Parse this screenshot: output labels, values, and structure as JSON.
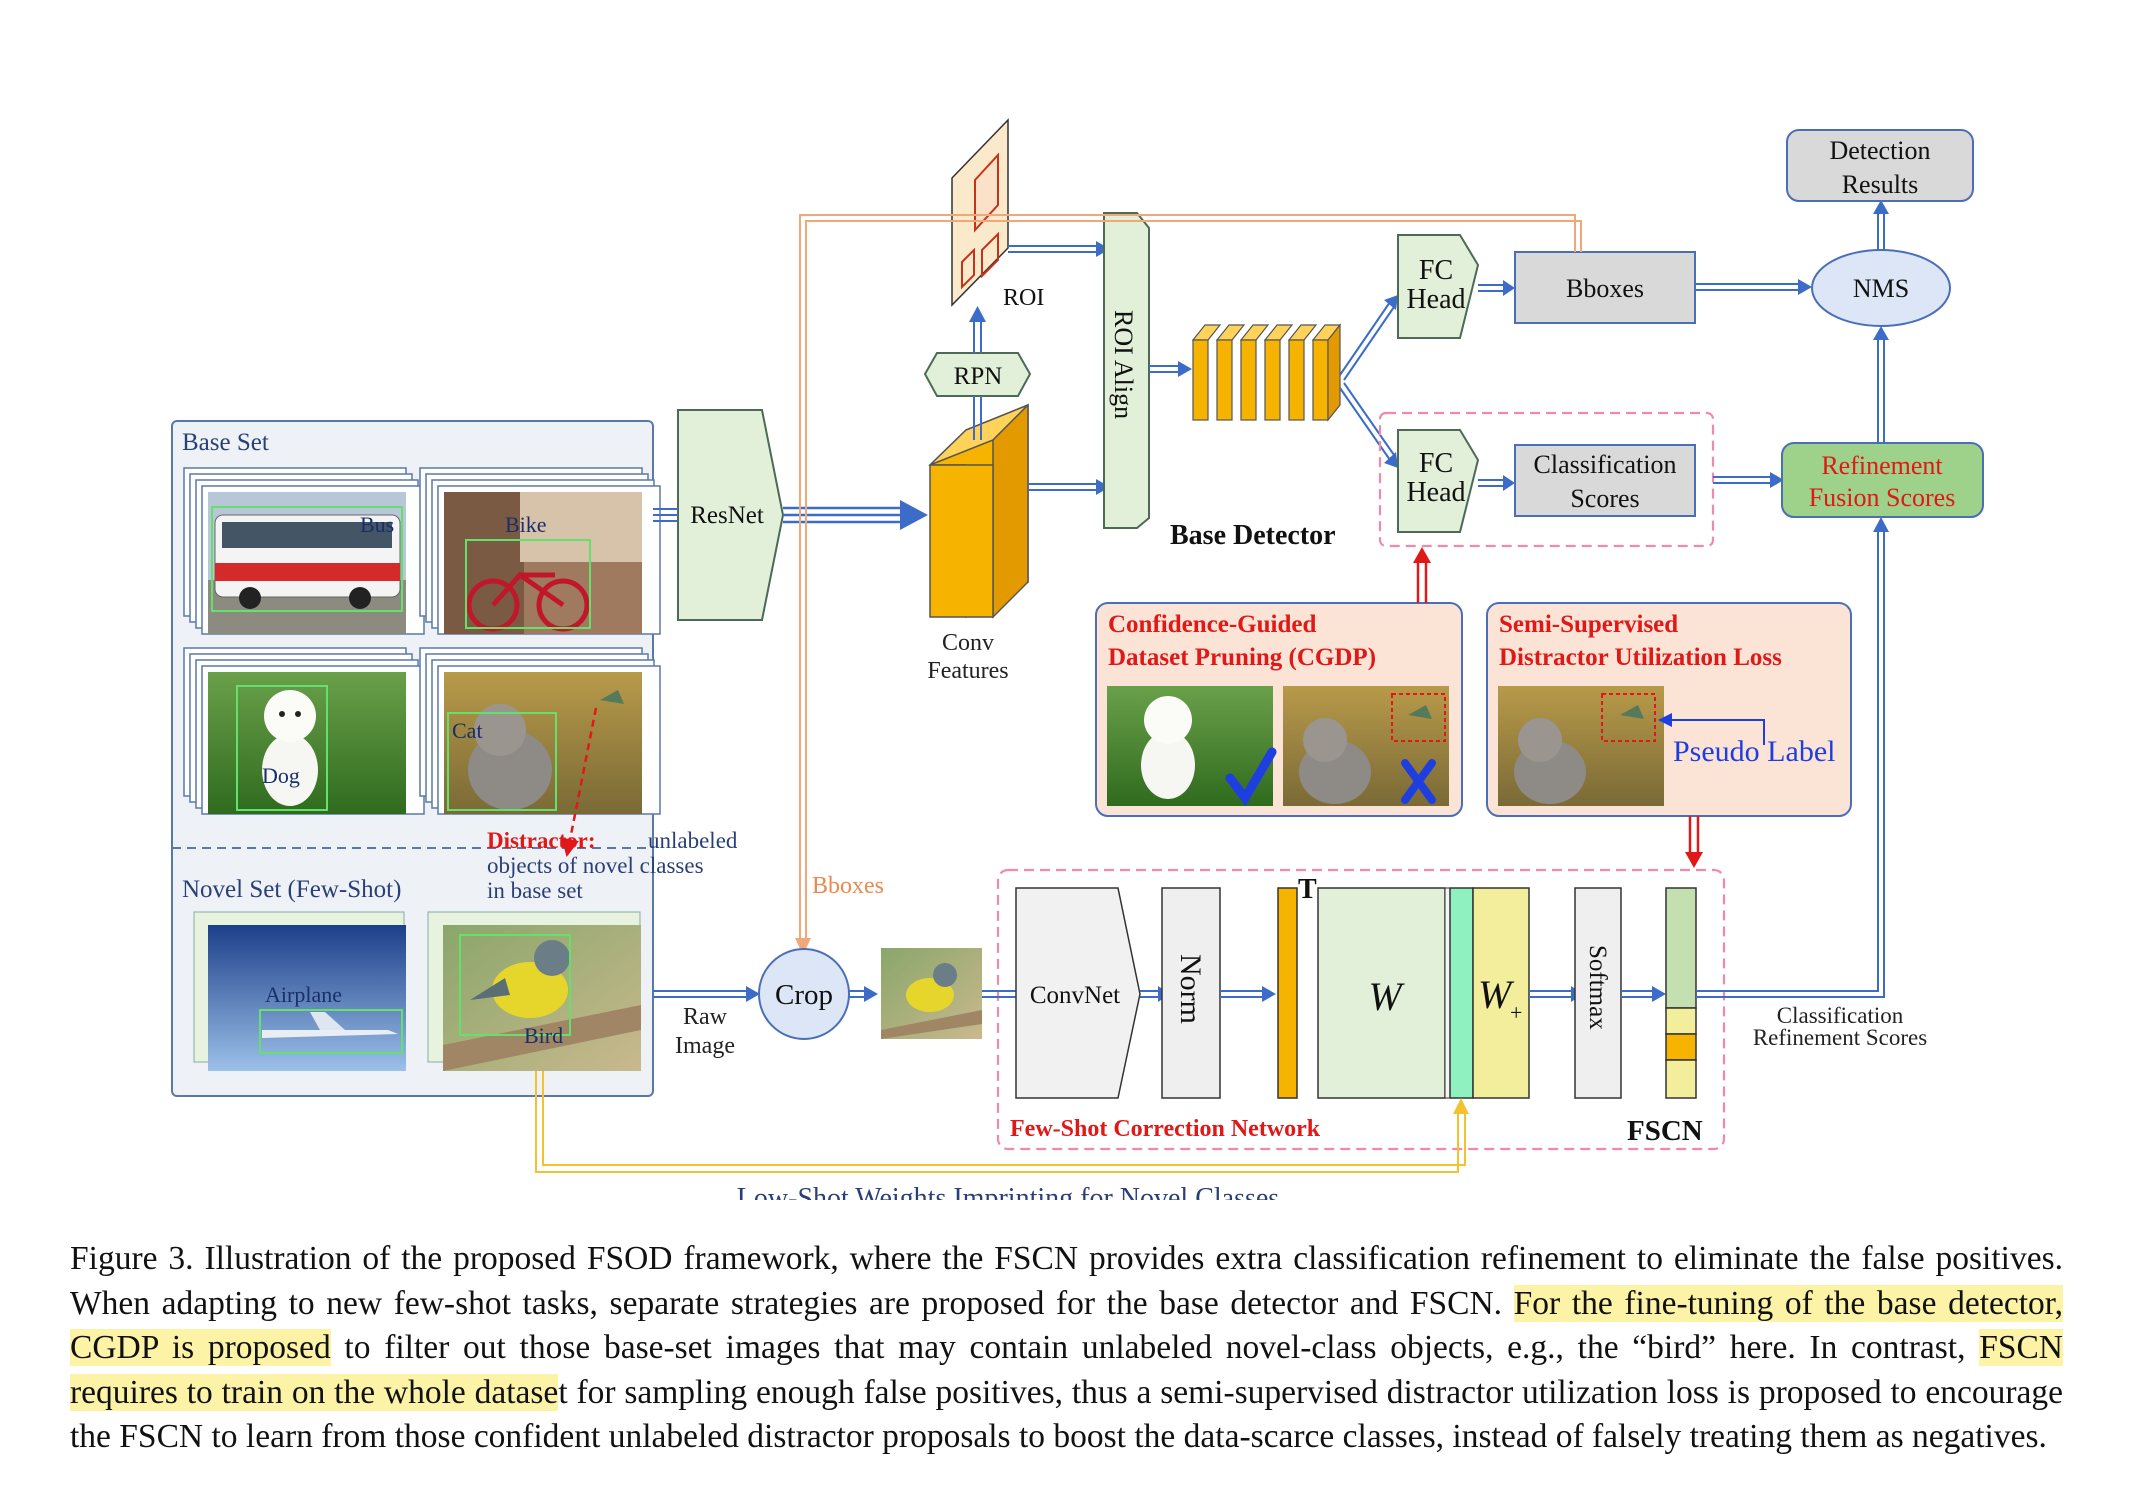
{
  "figure": {
    "base_set": {
      "title": "Base Set",
      "images": [
        {
          "label": "Bus"
        },
        {
          "label": "Bike"
        },
        {
          "label": "Dog"
        },
        {
          "label": "Cat"
        }
      ]
    },
    "novel_set": {
      "title": "Novel Set (Few-Shot)",
      "images": [
        {
          "label": "Airplane"
        },
        {
          "label": "Bird"
        }
      ]
    },
    "distractor": {
      "label": "Distractor:",
      "desc_lines": [
        "unlabeled",
        "objects of novel classes",
        "in base set"
      ]
    },
    "resnet": "ResNet",
    "rpn": "RPN",
    "roi": "ROI",
    "conv_features": [
      "Conv",
      "Features"
    ],
    "roi_align": "ROI Align",
    "base_detector": "Base Detector",
    "fc_head": [
      "FC",
      "Head"
    ],
    "bboxes_box": "Bboxes",
    "class_scores": [
      "Classification",
      "Scores"
    ],
    "nms": "NMS",
    "detection_results": [
      "Detection",
      "Results"
    ],
    "refinement_fusion": [
      "Refinement",
      "Fusion Scores"
    ],
    "cgdp": {
      "title_lines": [
        "Confidence-Guided",
        "Dataset Pruning (CGDP)"
      ]
    },
    "sdul": {
      "title_lines": [
        "Semi-Supervised",
        "Distractor Utilization Loss"
      ],
      "pseudo_label": "Pseudo Label"
    },
    "bboxes_arrow_label": "Bboxes",
    "raw_image": [
      "Raw",
      "Image"
    ],
    "crop": "Crop",
    "fscn": {
      "convnet": "ConvNet",
      "norm": "Norm",
      "transpose": "T",
      "w": "W",
      "w_plus": "W",
      "w_plus_sub": "+",
      "softmax": "Softmax",
      "network_label": "Few-Shot Correction Network",
      "name": "FSCN"
    },
    "class_refinement": [
      "Classification",
      "Refinement Scores"
    ],
    "imprinting": "Low-Shot Weights Imprinting for Novel Classes",
    "colors": {
      "blue_arrow": "#4a7bd0",
      "orange_arrow": "#f0a878",
      "yellow_arrow": "#f2c230",
      "red": "#e01818",
      "pink_dash": "#f08aa8",
      "feature_orange": "#f6b400",
      "green_box": "#e2f0da",
      "highlight": "#fdf3a6"
    }
  },
  "caption": {
    "p1": "Figure 3. Illustration of the proposed FSOD framework, where the FSCN provides extra classification refinement to eliminate the false positives. When adapting to new few-shot tasks, separate strategies are proposed for the base detector and FSCN. ",
    "hl1": "For the fine-tuning of the base detector, CGDP is proposed",
    "p2": " to filter out those base-set images that may contain unlabeled novel-class objects, e.g., the “bird” here. In contrast, ",
    "hl2": "FSCN requires to train on the whole datase",
    "p3": "t for sampling enough false positives, thus a semi-supervised distractor utilization loss is proposed to encourage the FSCN to learn from those confident unlabeled distractor proposals to boost the data-scarce classes, instead of falsely treating them as negatives."
  }
}
